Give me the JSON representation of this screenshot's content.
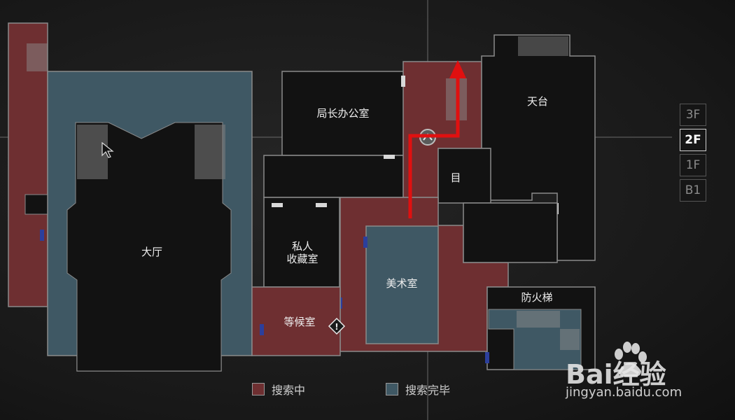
{
  "map": {
    "rooms": {
      "lobby": "大厅",
      "chief_office": "局长办公室",
      "rooftop": "天台",
      "private_collection": "私人\n收藏室",
      "art_room": "美术室",
      "waiting_room": "等候室",
      "fire_escape": "防火梯",
      "mark": "目"
    },
    "floors": [
      "3F",
      "2F",
      "1F",
      "B1"
    ],
    "active_floor": "2F",
    "legend": {
      "searching": "搜索中",
      "search_complete": "搜索完毕"
    },
    "colors": {
      "searching": "#6e2f31",
      "search_complete": "#3f5864",
      "unexplored": "#121212",
      "route": "#e01010"
    }
  },
  "watermark": {
    "brand": "Bai经验",
    "url": "jingyan.baidu.com"
  }
}
